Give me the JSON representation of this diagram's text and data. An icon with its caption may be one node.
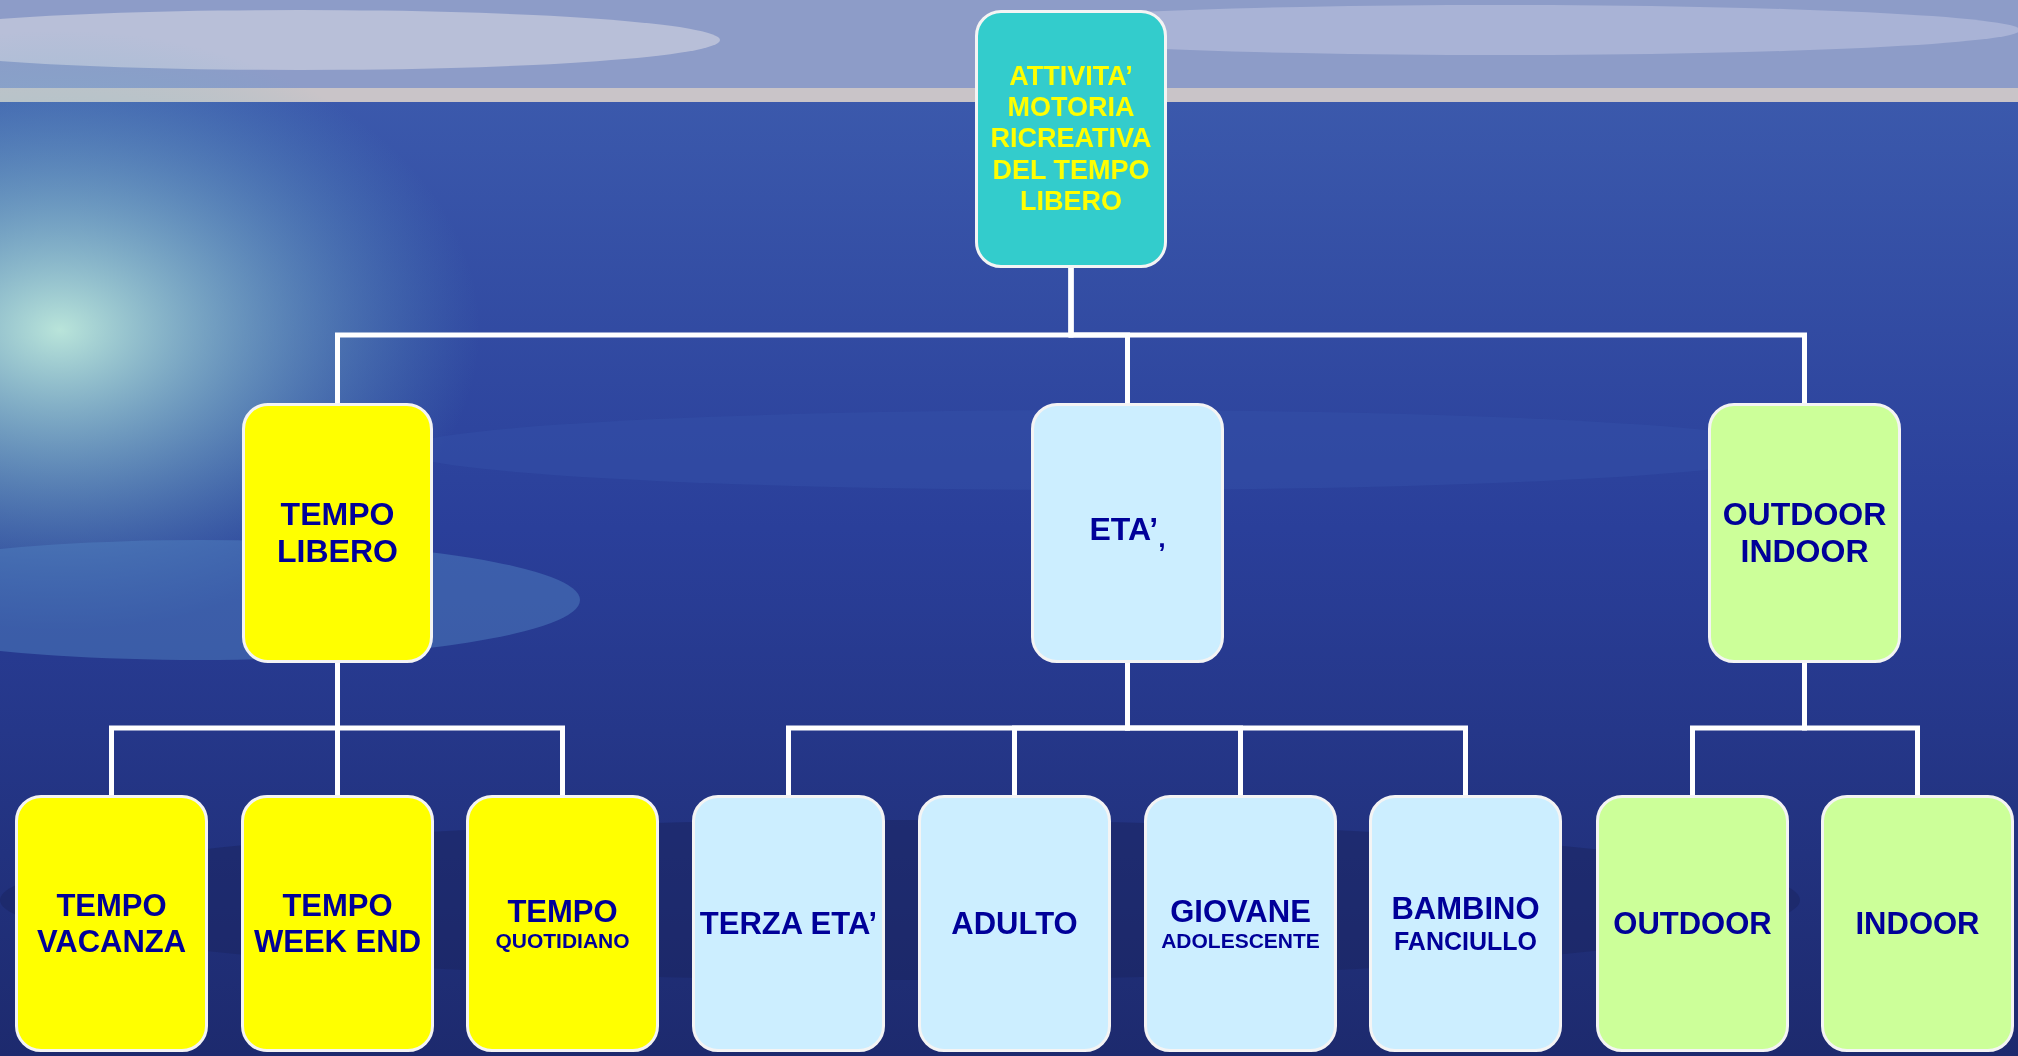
{
  "diagram": {
    "nodes": [
      {
        "text": [
          "ATTIVITA’ MOTORIA RICREATIVA DEL TEMPO LIBERO"
        ]
      },
      {
        "text": [
          "TEMPO LIBERO"
        ]
      },
      {
        "text": [
          "ETA’$_{,}$"
        ]
      },
      {
        "text": [
          "OUTDOOR INDOOR"
        ]
      },
      {
        "text": [
          "TEMPO VACANZA"
        ]
      },
      {
        "text": [
          "TEMPO WEEK END"
        ]
      },
      {
        "text": [
          "TEMPO",
          "QUOTIDIANO"
        ]
      },
      {
        "text": [
          "TERZA ETA’"
        ]
      },
      {
        "text": [
          "ADULTO"
        ]
      },
      {
        "text": [
          "GIOVANE",
          "ADOLESCENTE"
        ]
      },
      {
        "text": [
          "BAMBINO",
          "FANCIULLO"
        ]
      },
      {
        "text": [
          "OUTDOOR"
        ]
      },
      {
        "text": [
          "INDOOR"
        ]
      }
    ],
    "edges": [
      {
        "from": 0,
        "to": 1,
        "arrow": "none"
      },
      {
        "from": 0,
        "to": 2,
        "arrow": "none"
      },
      {
        "from": 0,
        "to": 3,
        "arrow": "none"
      },
      {
        "from": 1,
        "to": 4,
        "arrow": "none"
      },
      {
        "from": 1,
        "to": 5,
        "arrow": "none"
      },
      {
        "from": 1,
        "to": 6,
        "arrow": "none"
      },
      {
        "from": 2,
        "to": 7,
        "arrow": "none"
      },
      {
        "from": 2,
        "to": 8,
        "arrow": "none"
      },
      {
        "from": 2,
        "to": 9,
        "arrow": "none"
      },
      {
        "from": 2,
        "to": 10,
        "arrow": "none"
      },
      {
        "from": 3,
        "to": 11,
        "arrow": "none"
      },
      {
        "from": 3,
        "to": 12,
        "arrow": "none"
      }
    ]
  }
}
